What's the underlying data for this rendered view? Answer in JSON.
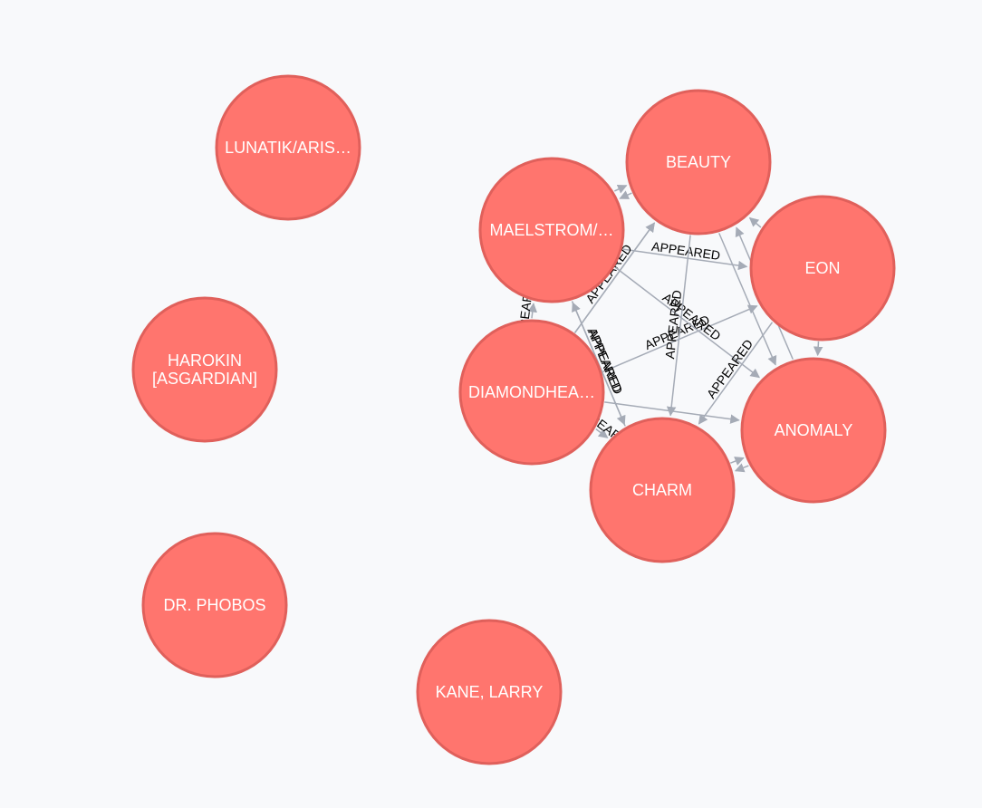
{
  "graph": {
    "colors": {
      "background": "#f8f9fb",
      "node_fill": "#ff756e",
      "node_stroke": "#e0605b",
      "node_text": "#ffffff",
      "edge": "#a5abb6",
      "edge_label": "#000000"
    },
    "nodes": [
      {
        "id": "lunatik",
        "label": "LUNATIK/ARIS…"
      },
      {
        "id": "harokin",
        "label": "HAROKIN",
        "label2": "[ASGARDIAN]"
      },
      {
        "id": "phobos",
        "label": "DR. PHOBOS"
      },
      {
        "id": "kane",
        "label": "KANE, LARRY"
      },
      {
        "id": "maelstrom",
        "label": "MAELSTROM/…"
      },
      {
        "id": "beauty",
        "label": "BEAUTY"
      },
      {
        "id": "eon",
        "label": "EON"
      },
      {
        "id": "diamondhead",
        "label": "DIAMONDHEA…"
      },
      {
        "id": "anomaly",
        "label": "ANOMALY"
      },
      {
        "id": "charm",
        "label": "CHARM"
      }
    ],
    "edge_label": "APPEARED",
    "edges": [
      {
        "from": "maelstrom",
        "to": "beauty",
        "labeled": false
      },
      {
        "from": "beauty",
        "to": "maelstrom",
        "labeled": false
      },
      {
        "from": "maelstrom",
        "to": "eon",
        "labeled": true
      },
      {
        "from": "diamondhead",
        "to": "maelstrom",
        "labeled": true
      },
      {
        "from": "diamondhead",
        "to": "beauty",
        "labeled": true
      },
      {
        "from": "diamondhead",
        "to": "eon",
        "labeled": true
      },
      {
        "from": "diamondhead",
        "to": "charm",
        "labeled": true
      },
      {
        "from": "diamondhead",
        "to": "anomaly",
        "labeled": false
      },
      {
        "from": "maelstrom",
        "to": "charm",
        "labeled": true
      },
      {
        "from": "maelstrom",
        "to": "anomaly",
        "labeled": true
      },
      {
        "from": "beauty",
        "to": "charm",
        "labeled": true
      },
      {
        "from": "beauty",
        "to": "anomaly",
        "labeled": false
      },
      {
        "from": "eon",
        "to": "beauty",
        "labeled": false
      },
      {
        "from": "eon",
        "to": "anomaly",
        "labeled": false
      },
      {
        "from": "eon",
        "to": "charm",
        "labeled": true
      },
      {
        "from": "anomaly",
        "to": "charm",
        "labeled": false
      },
      {
        "from": "charm",
        "to": "anomaly",
        "labeled": false
      },
      {
        "from": "anomaly",
        "to": "beauty",
        "labeled": true
      },
      {
        "from": "charm",
        "to": "maelstrom",
        "labeled": true
      },
      {
        "from": "diamondhead",
        "to": "beauty",
        "labeled": false
      }
    ]
  }
}
